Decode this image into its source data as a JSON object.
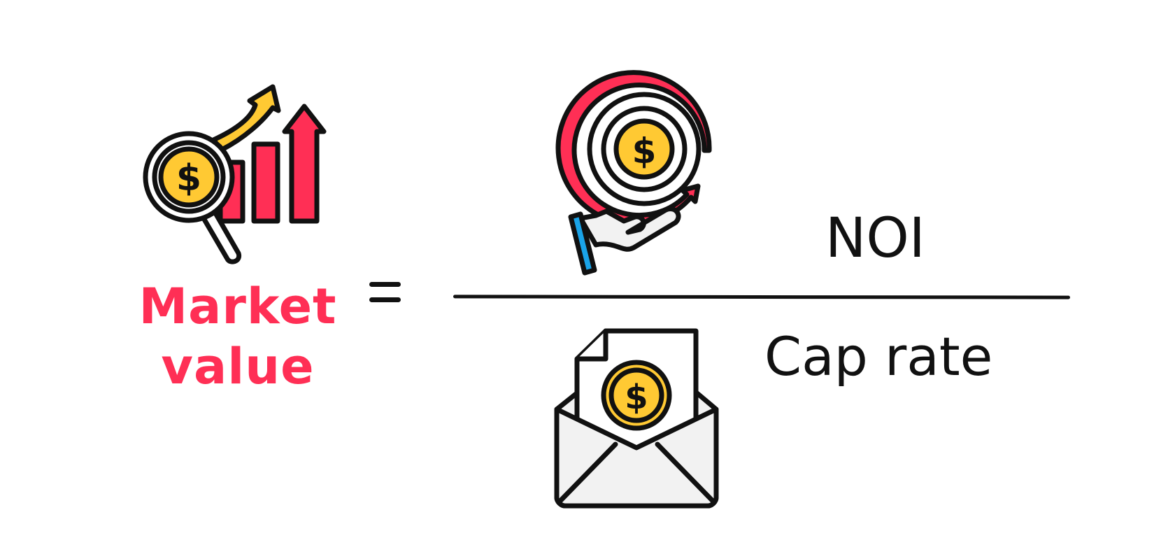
{
  "equation": {
    "lhs": {
      "line1": "Market",
      "line2": "value",
      "color": "#ff2f55"
    },
    "operator": "=",
    "numerator": {
      "label": "NOI",
      "icon": "money-cycle-hand-icon"
    },
    "denominator": {
      "label": "Cap rate",
      "icon": "envelope-coin-icon"
    },
    "lhs_icon": "market-growth-magnifier-icon"
  },
  "colors": {
    "accent_red": "#ff2f55",
    "coin_yellow": "#ffc933",
    "outline": "#111111",
    "blue": "#1aa3e8"
  }
}
